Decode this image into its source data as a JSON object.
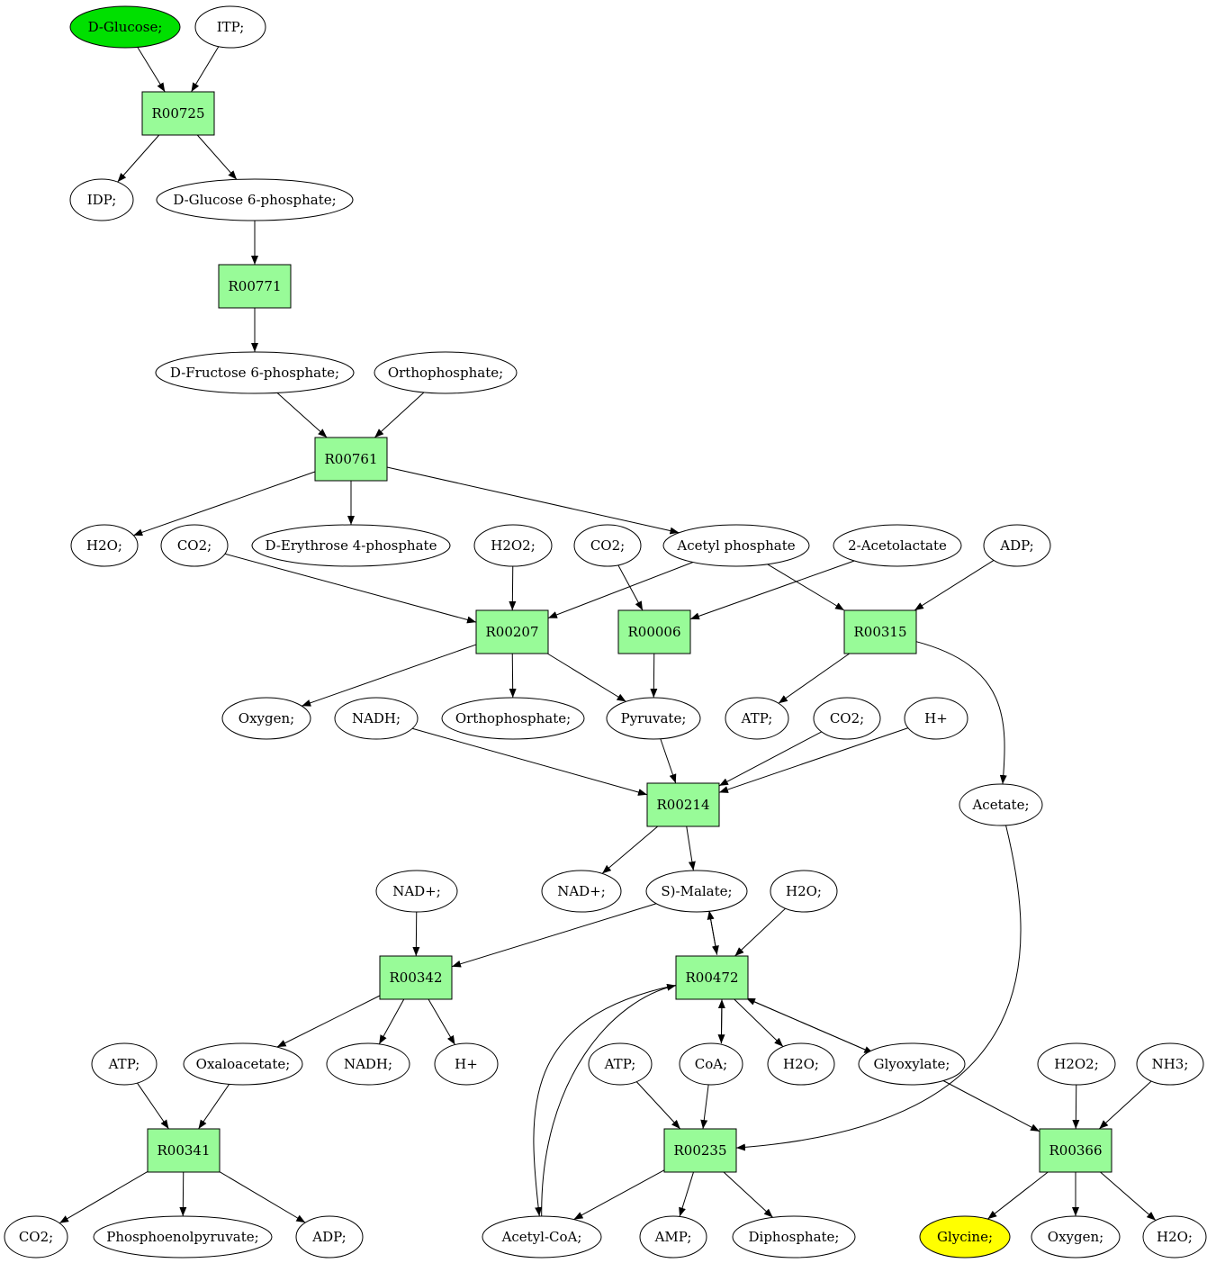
{
  "colors": {
    "compound": "#ffffff",
    "reaction": "#98fb98",
    "source": "#00e000",
    "target": "#ffff00"
  },
  "nodes": [
    {
      "id": "dglucose",
      "label": "D-Glucose;",
      "kind": "compound",
      "role": "source"
    },
    {
      "id": "itp",
      "label": "ITP;",
      "kind": "compound"
    },
    {
      "id": "r00725",
      "label": "R00725",
      "kind": "reaction"
    },
    {
      "id": "idp",
      "label": "IDP;",
      "kind": "compound"
    },
    {
      "id": "g6p",
      "label": "D-Glucose 6-phosphate;",
      "kind": "compound"
    },
    {
      "id": "r00771",
      "label": "R00771",
      "kind": "reaction"
    },
    {
      "id": "f6p",
      "label": "D-Fructose 6-phosphate;",
      "kind": "compound"
    },
    {
      "id": "orthop1",
      "label": "Orthophosphate;",
      "kind": "compound"
    },
    {
      "id": "r00761",
      "label": "R00761",
      "kind": "reaction"
    },
    {
      "id": "h2o1",
      "label": "H2O;",
      "kind": "compound"
    },
    {
      "id": "co2a",
      "label": "CO2;",
      "kind": "compound"
    },
    {
      "id": "e4p",
      "label": "D-Erythrose 4-phosphate",
      "kind": "compound"
    },
    {
      "id": "h2o2a",
      "label": "H2O2;",
      "kind": "compound"
    },
    {
      "id": "co2b",
      "label": "CO2;",
      "kind": "compound"
    },
    {
      "id": "acp",
      "label": "Acetyl phosphate",
      "kind": "compound"
    },
    {
      "id": "acetolac",
      "label": "2-Acetolactate",
      "kind": "compound"
    },
    {
      "id": "adp1",
      "label": "ADP;",
      "kind": "compound"
    },
    {
      "id": "r00207",
      "label": "R00207",
      "kind": "reaction"
    },
    {
      "id": "r00006",
      "label": "R00006",
      "kind": "reaction"
    },
    {
      "id": "r00315",
      "label": "R00315",
      "kind": "reaction"
    },
    {
      "id": "oxy1",
      "label": "Oxygen;",
      "kind": "compound"
    },
    {
      "id": "nadh1",
      "label": "NADH;",
      "kind": "compound"
    },
    {
      "id": "orthop2",
      "label": "Orthophosphate;",
      "kind": "compound"
    },
    {
      "id": "pyr",
      "label": "Pyruvate;",
      "kind": "compound"
    },
    {
      "id": "atp1",
      "label": "ATP;",
      "kind": "compound"
    },
    {
      "id": "co2c",
      "label": "CO2;",
      "kind": "compound"
    },
    {
      "id": "hplus1",
      "label": "H+",
      "kind": "compound"
    },
    {
      "id": "r00214",
      "label": "R00214",
      "kind": "reaction"
    },
    {
      "id": "acetate",
      "label": "Acetate;",
      "kind": "compound"
    },
    {
      "id": "nadplus1",
      "label": "NAD+;",
      "kind": "compound"
    },
    {
      "id": "nadplus2",
      "label": "NAD+;",
      "kind": "compound"
    },
    {
      "id": "smalate",
      "label": "S)-Malate;",
      "kind": "compound"
    },
    {
      "id": "h2o2b",
      "label": "H2O;",
      "kind": "compound"
    },
    {
      "id": "r00342",
      "label": "R00342",
      "kind": "reaction"
    },
    {
      "id": "r00472",
      "label": "R00472",
      "kind": "reaction"
    },
    {
      "id": "atp2",
      "label": "ATP;",
      "kind": "compound"
    },
    {
      "id": "oaa",
      "label": "Oxaloacetate;",
      "kind": "compound"
    },
    {
      "id": "nadh2",
      "label": "NADH;",
      "kind": "compound"
    },
    {
      "id": "hplus2",
      "label": "H+",
      "kind": "compound"
    },
    {
      "id": "atp3",
      "label": "ATP;",
      "kind": "compound"
    },
    {
      "id": "coa",
      "label": "CoA;",
      "kind": "compound"
    },
    {
      "id": "h2o3",
      "label": "H2O;",
      "kind": "compound"
    },
    {
      "id": "glyox",
      "label": "Glyoxylate;",
      "kind": "compound"
    },
    {
      "id": "h2o2c",
      "label": "H2O2;",
      "kind": "compound"
    },
    {
      "id": "nh3",
      "label": "NH3;",
      "kind": "compound"
    },
    {
      "id": "r00341",
      "label": "R00341",
      "kind": "reaction"
    },
    {
      "id": "r00235",
      "label": "R00235",
      "kind": "reaction"
    },
    {
      "id": "r00366",
      "label": "R00366",
      "kind": "reaction"
    },
    {
      "id": "co2d",
      "label": "CO2;",
      "kind": "compound"
    },
    {
      "id": "pep",
      "label": "Phosphoenolpyruvate;",
      "kind": "compound"
    },
    {
      "id": "adp2",
      "label": "ADP;",
      "kind": "compound"
    },
    {
      "id": "acetylcoa",
      "label": "Acetyl-CoA;",
      "kind": "compound"
    },
    {
      "id": "amp",
      "label": "AMP;",
      "kind": "compound"
    },
    {
      "id": "diphos",
      "label": "Diphosphate;",
      "kind": "compound"
    },
    {
      "id": "glycine",
      "label": "Glycine;",
      "kind": "compound",
      "role": "target"
    },
    {
      "id": "oxy2",
      "label": "Oxygen;",
      "kind": "compound"
    },
    {
      "id": "h2o4",
      "label": "H2O;",
      "kind": "compound"
    }
  ],
  "edges": [
    [
      "dglucose",
      "r00725"
    ],
    [
      "itp",
      "r00725"
    ],
    [
      "r00725",
      "idp"
    ],
    [
      "r00725",
      "g6p"
    ],
    [
      "g6p",
      "r00771"
    ],
    [
      "r00771",
      "f6p"
    ],
    [
      "f6p",
      "r00761"
    ],
    [
      "orthop1",
      "r00761"
    ],
    [
      "r00761",
      "h2o1"
    ],
    [
      "r00761",
      "e4p"
    ],
    [
      "r00761",
      "acp"
    ],
    [
      "co2a",
      "r00207"
    ],
    [
      "h2o2a",
      "r00207"
    ],
    [
      "acp",
      "r00207"
    ],
    [
      "co2b",
      "r00006"
    ],
    [
      "acetolac",
      "r00006"
    ],
    [
      "acp",
      "r00315"
    ],
    [
      "adp1",
      "r00315"
    ],
    [
      "r00207",
      "oxy1"
    ],
    [
      "r00207",
      "orthop2"
    ],
    [
      "r00207",
      "pyr"
    ],
    [
      "r00006",
      "pyr"
    ],
    [
      "r00315",
      "atp1"
    ],
    [
      "r00315",
      "acetate"
    ],
    [
      "nadh1",
      "r00214"
    ],
    [
      "pyr",
      "r00214"
    ],
    [
      "co2c",
      "r00214"
    ],
    [
      "hplus1",
      "r00214"
    ],
    [
      "r00214",
      "nadplus1"
    ],
    [
      "r00214",
      "smalate"
    ],
    [
      "nadplus2",
      "r00342"
    ],
    [
      "smalate",
      "r00342"
    ],
    [
      "smalate",
      "r00472"
    ],
    [
      "r00472",
      "smalate"
    ],
    [
      "h2o2b",
      "r00472"
    ],
    [
      "r00342",
      "oaa"
    ],
    [
      "r00342",
      "nadh2"
    ],
    [
      "r00342",
      "hplus2"
    ],
    [
      "r00472",
      "coa"
    ],
    [
      "coa",
      "r00472"
    ],
    [
      "r00472",
      "h2o3"
    ],
    [
      "r00472",
      "glyox"
    ],
    [
      "glyox",
      "r00472"
    ],
    [
      "acetylcoa",
      "r00472"
    ],
    [
      "r00472",
      "acetylcoa"
    ],
    [
      "atp2",
      "r00341"
    ],
    [
      "oaa",
      "r00341"
    ],
    [
      "atp3",
      "r00235"
    ],
    [
      "coa",
      "r00235"
    ],
    [
      "acetate",
      "r00235"
    ],
    [
      "glyox",
      "r00366"
    ],
    [
      "h2o2c",
      "r00366"
    ],
    [
      "nh3",
      "r00366"
    ],
    [
      "r00341",
      "co2d"
    ],
    [
      "r00341",
      "pep"
    ],
    [
      "r00341",
      "adp2"
    ],
    [
      "r00235",
      "acetylcoa"
    ],
    [
      "r00235",
      "amp"
    ],
    [
      "r00235",
      "diphos"
    ],
    [
      "r00366",
      "glycine"
    ],
    [
      "r00366",
      "oxy2"
    ],
    [
      "r00366",
      "h2o4"
    ]
  ]
}
